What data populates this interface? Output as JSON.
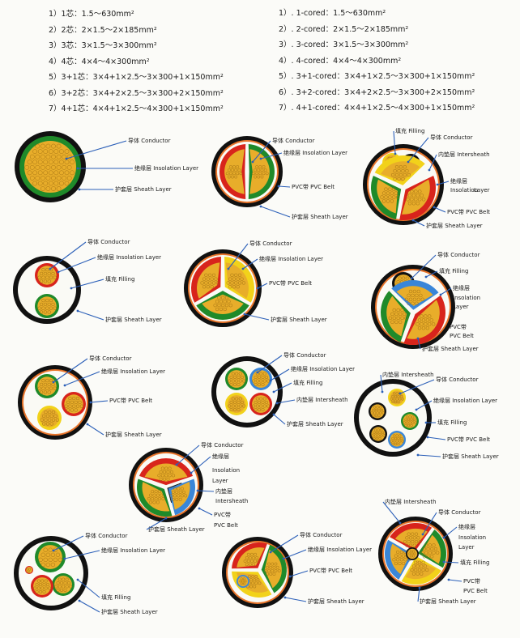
{
  "specs_cn": [
    {
      "label": "1）1芯：1.5～630mm²"
    },
    {
      "label": "2）2芯：2×1.5～2×185mm²"
    },
    {
      "label": "3）3芯：3×1.5～3×300mm²"
    },
    {
      "label": "4）4芯：4×4～4×300mm²"
    },
    {
      "label": "5）3+1芯：3×4+1×2.5～3×300+1×150mm²"
    },
    {
      "label": "6）3+2芯：3×4+2×2.5～3×300+2×150mm²"
    },
    {
      "label": "7）4+1芯：4×4+1×2.5～4×300+1×150mm²"
    }
  ],
  "specs_en": [
    {
      "label": "1）. 1-cored：1.5～630mm²"
    },
    {
      "label": "2）. 2-cored：2×1.5～2×185mm²"
    },
    {
      "label": "3）. 3-cored：3×1.5～3×300mm²"
    },
    {
      "label": "4）. 4-cored：4×4～4×300mm²"
    },
    {
      "label": "5）. 3+1-cored：3×4+1×2.5～3×300+1×150mm²"
    },
    {
      "label": "6）. 3+2-cored：3×4+2×2.5～3×300+2×150mm²"
    },
    {
      "label": "7）. 4+1-cored：4×4+1×2.5～4×300+1×150mm²"
    }
  ],
  "labels": {
    "conductor": "导体 Conductor",
    "insulation": "绝缘层 Insolation Layer",
    "sheath": "护套层 Sheath Layer",
    "pvc_belt": "PVC带 PVC Belt",
    "filling": "填充 Filling",
    "intersheath_cn": "内垫层 Intersheath",
    "ins_cn": "绝缘层",
    "ins_en1": "Insolation",
    "ins_en2": "Layer",
    "pvc_cn": "PVC带",
    "pvc_en": "PVC Belt",
    "inter_cn": "内垫层",
    "inter_en": "Intersheath"
  },
  "colors": {
    "sheath": "#111111",
    "filling": "#fafaf5",
    "conductor": "#e8ad2a",
    "strand": "#9a6a10",
    "red": "#d8241c",
    "green": "#1f8a2a",
    "yellow": "#f2d21a",
    "blue": "#3a86d8",
    "belt": "#e8742a",
    "leader": "#2b5fb8"
  }
}
